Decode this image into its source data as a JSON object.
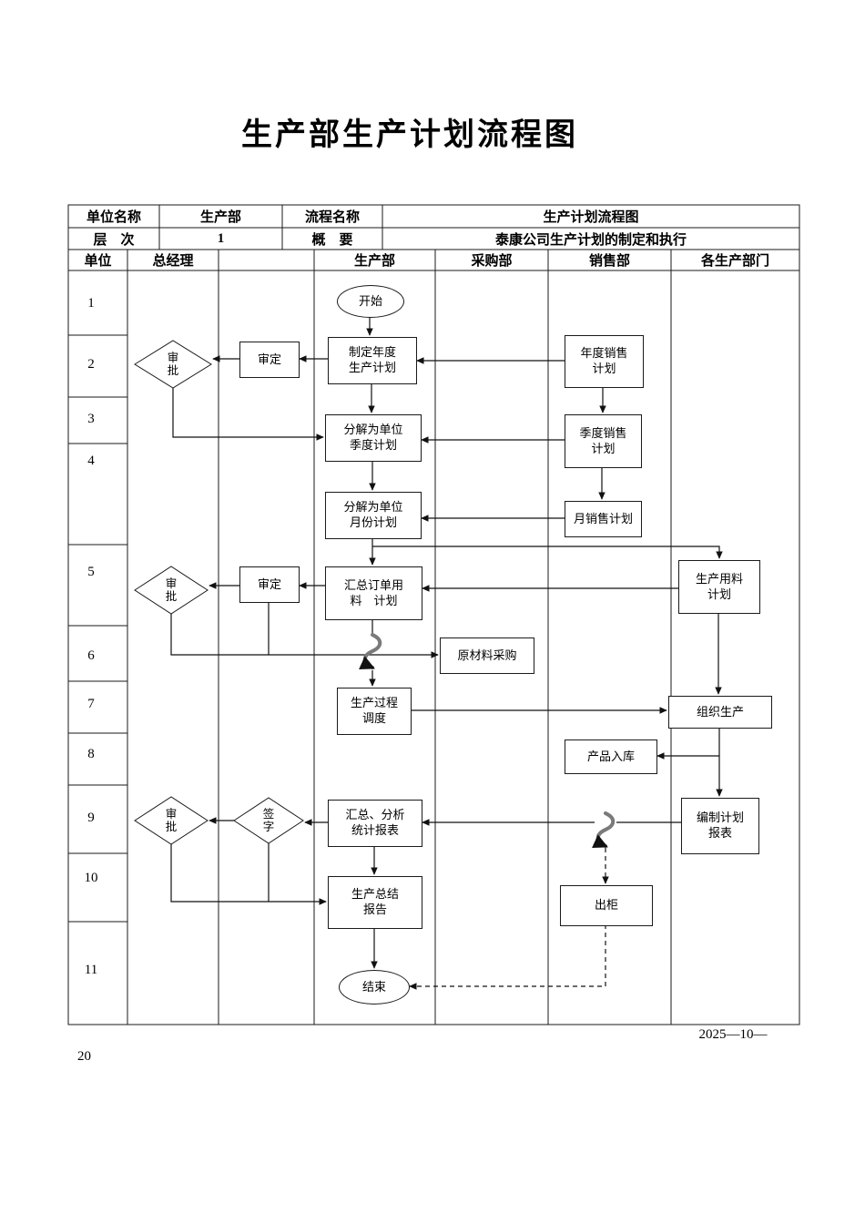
{
  "page": {
    "title": "生产部生产计划流程图",
    "footer_date": "2025—10—",
    "page_number": "20"
  },
  "colors": {
    "line": "#1a1a1a",
    "background": "#ffffff"
  },
  "header": {
    "row1": {
      "c1": "单位名称",
      "c2": "生产部",
      "c3": "流程名称",
      "c4": "生产计划流程图"
    },
    "row2": {
      "c1": "层　次",
      "c2": "1",
      "c3": "概　要",
      "c4": "泰康公司生产计划的制定和执行"
    }
  },
  "lanes": {
    "unit": "单位",
    "gm": "总经理",
    "blank": "",
    "prod": "生产部",
    "purchase": "采购部",
    "sales": "销售部",
    "depts": "各生产部门"
  },
  "row_numbers": [
    "1",
    "2",
    "3",
    "4",
    "5",
    "6",
    "7",
    "8",
    "9",
    "10",
    "11"
  ],
  "nodes": {
    "start": {
      "label": "开始"
    },
    "approve1": {
      "label": "审\n批"
    },
    "review1": {
      "label": "审定"
    },
    "annual_plan": {
      "label": "制定年度\n生产计划"
    },
    "annual_sales": {
      "label": "年度销售\n计划"
    },
    "quarter_plan": {
      "label": "分解为单位\n季度计划"
    },
    "quarter_sales": {
      "label": "季度销售\n计划"
    },
    "month_plan": {
      "label": "分解为单位\n月份计划"
    },
    "month_sales": {
      "label": "月销售计划"
    },
    "material_plan": {
      "label": "汇总订单用\n料　计划"
    },
    "review2": {
      "label": "审定"
    },
    "approve2": {
      "label": "审\n批"
    },
    "prod_material": {
      "label": "生产用料\n计划"
    },
    "raw_purchase": {
      "label": "原材料采购"
    },
    "process_dispatch": {
      "label": "生产过程\n调度"
    },
    "organize_prod": {
      "label": "组织生产"
    },
    "product_in": {
      "label": "产品入库"
    },
    "report_summary": {
      "label": "汇总、分析\n统计报表"
    },
    "sign": {
      "label": "签\n字"
    },
    "approve3": {
      "label": "审\n批"
    },
    "plan_report": {
      "label": "编制计划\n报表"
    },
    "summary_report": {
      "label": "生产总结\n报告"
    },
    "out": {
      "label": "出柜"
    },
    "end": {
      "label": "结束"
    }
  }
}
